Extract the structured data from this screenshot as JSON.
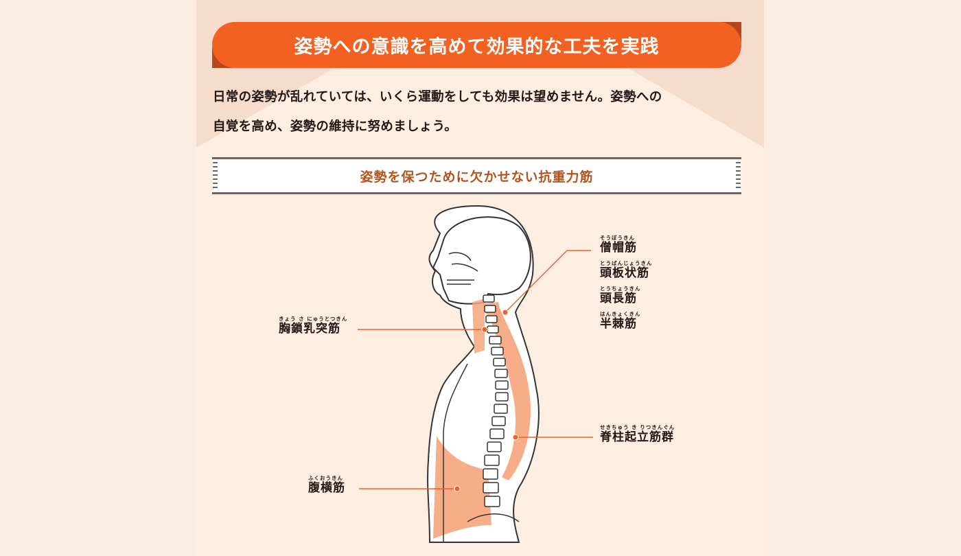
{
  "colors": {
    "page_bg": "#FBECE1",
    "panel_bg": "#FEEDE1",
    "top_band": "#F5DCCD",
    "banner": "#F26122",
    "banner_shadow": "#B8461A",
    "muscle": "#F6A47A",
    "leader_line": "#F26122",
    "section_title": "#B5521C",
    "text": "#231815"
  },
  "header": {
    "title": "姿勢への意識を高めて効果的な工夫を実践"
  },
  "intro": {
    "line1": "日常の姿勢が乱れていては、いくら運動をしても効果は望めません。姿勢への",
    "line2": "自覚を高め、姿勢の維持に努めましょう。"
  },
  "section": {
    "title": "姿勢を保つために欠かせない抗重力筋"
  },
  "muscles": {
    "right_group": [
      {
        "ruby": "そうぼうきん",
        "name": "僧帽筋"
      },
      {
        "ruby": "とうばんじょうきん",
        "name": "頭板状筋"
      },
      {
        "ruby": "とうちょうきん",
        "name": "頭長筋"
      },
      {
        "ruby": "はんきょくきん",
        "name": "半棘筋"
      }
    ],
    "scm": {
      "ruby": "きょう さ にゅうとつきん",
      "name": "胸鎖乳突筋"
    },
    "erector": {
      "ruby": "せきちゅう き りつきんぐん",
      "name": "脊柱起立筋群"
    },
    "transversus": {
      "ruby": "ふくおうきん",
      "name": "腹横筋"
    }
  }
}
